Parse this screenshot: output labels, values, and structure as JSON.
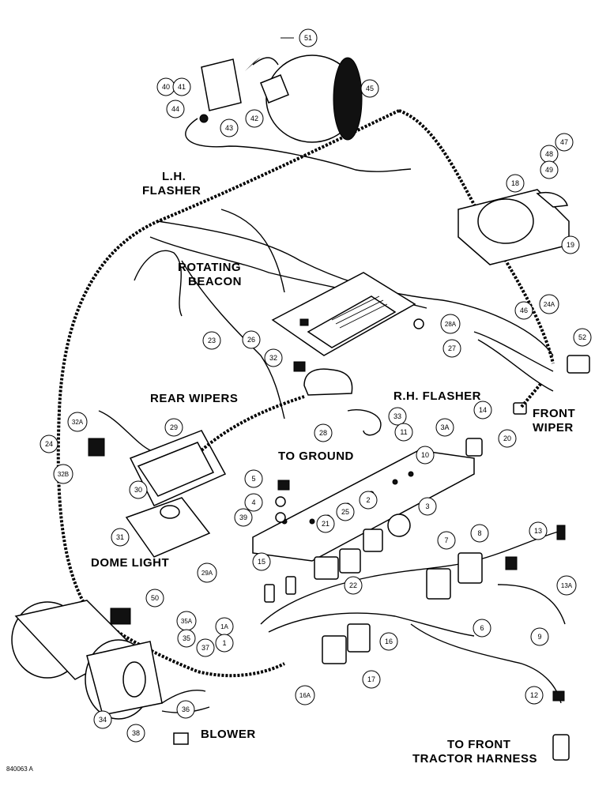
{
  "labels": {
    "lh_flasher_1": "L.H.",
    "lh_flasher_2": "FLASHER",
    "rotating_beacon_1": "ROTATING",
    "rotating_beacon_2": "BEACON",
    "rear_wipers": "REAR WIPERS",
    "rh_flasher": "R.H. FLASHER",
    "front_wiper_1": "FRONT",
    "front_wiper_2": "WIPER",
    "to_ground": "TO GROUND",
    "dome_light": "DOME LIGHT",
    "blower": "BLOWER",
    "to_front_1": "TO FRONT",
    "to_front_2": "TRACTOR HARNESS",
    "figure_code": "840063 A"
  },
  "callouts": [
    "51",
    "40",
    "41",
    "45",
    "44",
    "43",
    "42",
    "47",
    "48",
    "49",
    "18",
    "19",
    "46",
    "24A",
    "52",
    "26",
    "28A",
    "27",
    "23",
    "32",
    "14",
    "20",
    "33",
    "28",
    "11",
    "3A",
    "10",
    "24",
    "32A",
    "29",
    "32B",
    "5",
    "4",
    "39",
    "2",
    "3",
    "30",
    "25",
    "21",
    "31",
    "15",
    "22",
    "13",
    "7",
    "8",
    "29A",
    "13A",
    "50",
    "35A",
    "35",
    "1A",
    "1",
    "37",
    "6",
    "16",
    "9",
    "16A",
    "17",
    "36",
    "34",
    "38",
    "12"
  ],
  "colors": {
    "ink": "#000000",
    "paper": "#ffffff"
  }
}
